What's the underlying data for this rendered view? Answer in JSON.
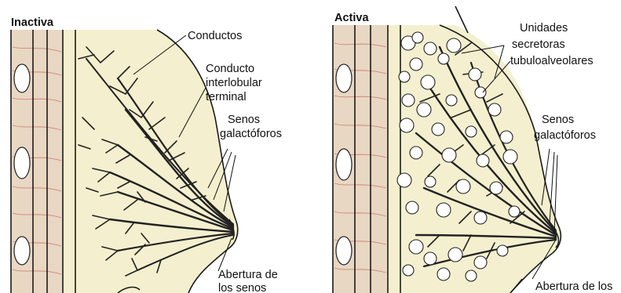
{
  "panels": [
    {
      "title": "Inactiva",
      "labels": {
        "ducts": "Conductos",
        "terminal_1": "Conducto",
        "terminal_2": "interlobular",
        "terminal_3": "terminal",
        "sinus_1": "Senos",
        "sinus_2": "galactóforos",
        "opening_1": "Abertura de",
        "opening_2": "los senos"
      }
    },
    {
      "title": "Activa",
      "labels": {
        "units_1": "Unidades",
        "units_2": "secretoras",
        "units_3": "tubuloalveolares",
        "sinus_1": "Senos",
        "sinus_2": "galactóforos",
        "opening_1": "Abertura de los"
      }
    }
  ],
  "colors": {
    "chest_wall": "#e8d7c3",
    "gland_tissue": "#f4efce",
    "muscle_fibers": "#c9705f",
    "outline": "#1b1b1b"
  }
}
